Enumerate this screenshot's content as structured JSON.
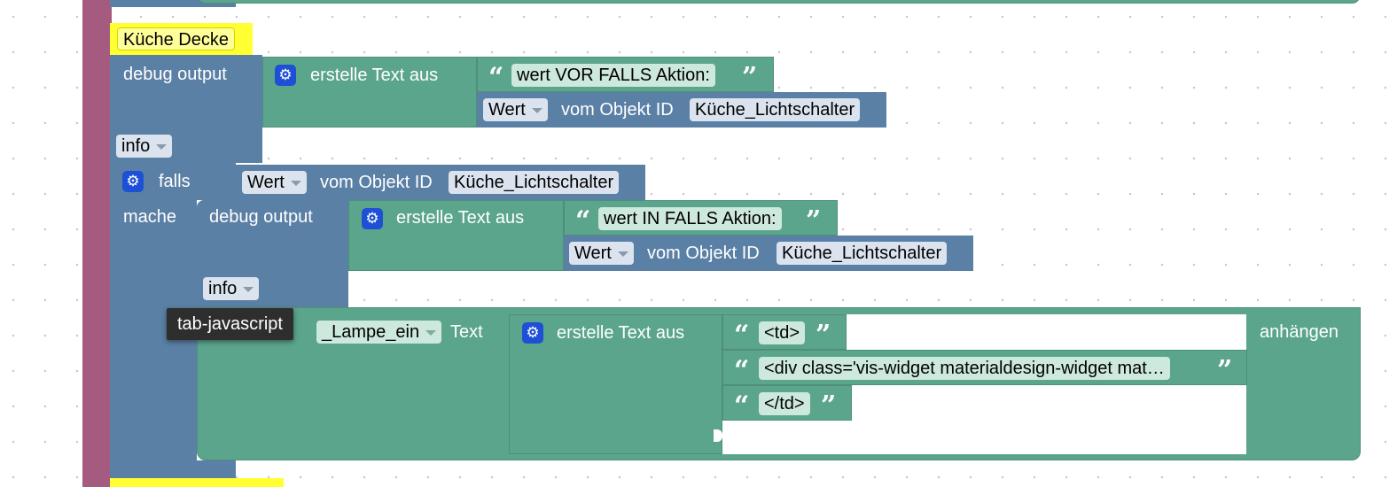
{
  "comment_block": {
    "label": "Küche Decke"
  },
  "debug_block_1": {
    "label": "debug output",
    "level": "info",
    "text_join": {
      "label": "erstelle Text aus",
      "string_value": "wert VOR FALLS Aktion:",
      "get_value": {
        "attr": "Wert",
        "label": "vom Objekt ID",
        "object_id": "Küche_Lichtschalter"
      }
    }
  },
  "if_block": {
    "label_if": "falls",
    "label_do": "mache",
    "condition": {
      "attr": "Wert",
      "label": "vom Objekt ID",
      "object_id": "Küche_Lichtschalter"
    }
  },
  "debug_block_2": {
    "label": "debug output",
    "level": "info",
    "text_join": {
      "label": "erstelle Text aus",
      "string_value": "wert IN FALLS Aktion:",
      "get_value": {
        "attr": "Wert",
        "label": "vom Objekt ID",
        "object_id": "Küche_Lichtschalter"
      }
    }
  },
  "append_block": {
    "variable": "_Lampe_ein",
    "label_text": "Text",
    "label_append": "anhängen",
    "text_join": {
      "label": "erstelle Text aus",
      "items": [
        "<td>",
        "<div class='vis-widget materialdesign-widget mat…",
        "</td>"
      ]
    }
  },
  "tooltip": {
    "text": "tab-javascript"
  },
  "colors": {
    "logic": "#5ba58c",
    "objects": "#5b80a5",
    "event": "#a55b80",
    "comment": "#ffff33",
    "mutator_gear": "#1e50d6"
  },
  "icons": {
    "mutator": "gear-icon",
    "dropdown": "chevron-down-icon",
    "quote_open": "quote-open-icon",
    "quote_close": "quote-close-icon"
  }
}
